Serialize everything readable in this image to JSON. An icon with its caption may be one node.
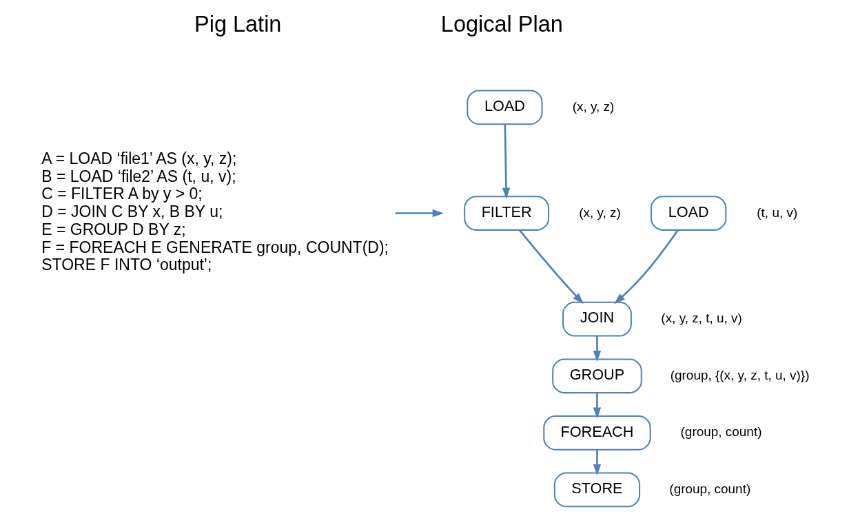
{
  "diagram": {
    "nodes": [
      {
        "text": [
          "A = LOAD ‘file1’ AS (x, y, z);",
          "B = LOAD ‘file2’ AS (t, u, v);",
          "C = FILTER A by y > 0;",
          "D = JOIN C BY x, B BY u;",
          "E = GROUP D BY z;",
          "F = FOREACH E GENERATE group, COUNT(D);",
          "STORE F INTO ‘output’;"
        ]
      },
      {
        "text": [
          "LOAD"
        ],
        "beside": [
          "(x, y, z)"
        ]
      },
      {
        "text": [
          "LOAD"
        ],
        "beside": [
          "(t, u, v)"
        ]
      },
      {
        "text": [
          "FILTER"
        ],
        "beside": [
          "(x, y, z)"
        ]
      },
      {
        "text": [
          "JOIN"
        ],
        "beside": [
          "(x, y, z, t, u, v)"
        ]
      },
      {
        "text": [
          "GROUP"
        ],
        "beside": [
          "(group, {(x, y, z, t, u, v)})"
        ]
      },
      {
        "text": [
          "FOREACH"
        ],
        "beside": [
          "(group, count)"
        ]
      },
      {
        "text": [
          "STORE"
        ],
        "beside": [
          "(group, count)"
        ]
      }
    ],
    "edges": [
      {
        "from": 0,
        "to": null,
        "arrow": "to"
      },
      {
        "from": 1,
        "to": 3,
        "arrow": "to"
      },
      {
        "from": 3,
        "to": 4,
        "arrow": "to"
      },
      {
        "from": 2,
        "to": 4,
        "arrow": "to"
      },
      {
        "from": 4,
        "to": 5,
        "arrow": "to"
      },
      {
        "from": 5,
        "to": 6,
        "arrow": "to"
      },
      {
        "from": 6,
        "to": 7,
        "arrow": "to"
      }
    ],
    "labels": [
      "Pig Latin",
      "Logical Plan"
    ]
  }
}
